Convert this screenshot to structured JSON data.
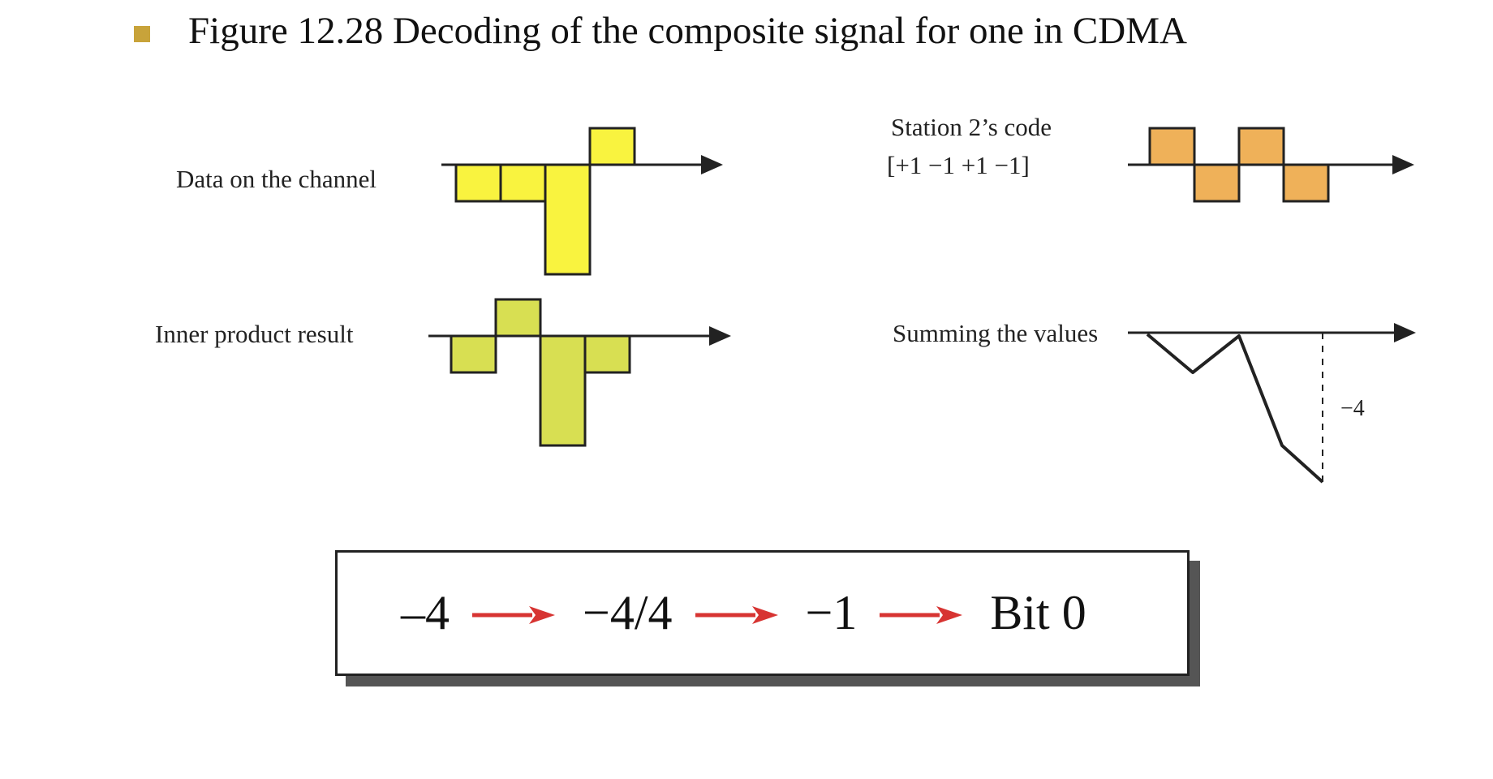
{
  "title": {
    "text": "Figure 12.28  Decoding of the composite signal for one in CDMA"
  },
  "panels": {
    "data_channel": {
      "label": "Data on the channel",
      "values": [
        -1,
        -1,
        -3,
        1
      ]
    },
    "station_code": {
      "label_line1": "Station 2’s code",
      "label_line2": "[+1  −1   +1  −1]",
      "values": [
        1,
        -1,
        1,
        -1
      ]
    },
    "inner_product": {
      "label": "Inner product result",
      "values": [
        -1,
        1,
        -3,
        -1
      ]
    },
    "summing": {
      "label": "Summing the values",
      "running_sum": [
        -1,
        0,
        -3,
        -4
      ],
      "result_label": "−4"
    }
  },
  "result": {
    "steps": [
      "–4",
      "−4/4",
      "−1",
      "Bit 0"
    ]
  },
  "colors": {
    "bullet": "#c8a33a",
    "data_fill": "#f9f33f",
    "code_fill": "#efb159",
    "product_fill": "#d8df52",
    "arrow_red": "#d73432",
    "line": "#222222",
    "shadow": "#555555"
  }
}
